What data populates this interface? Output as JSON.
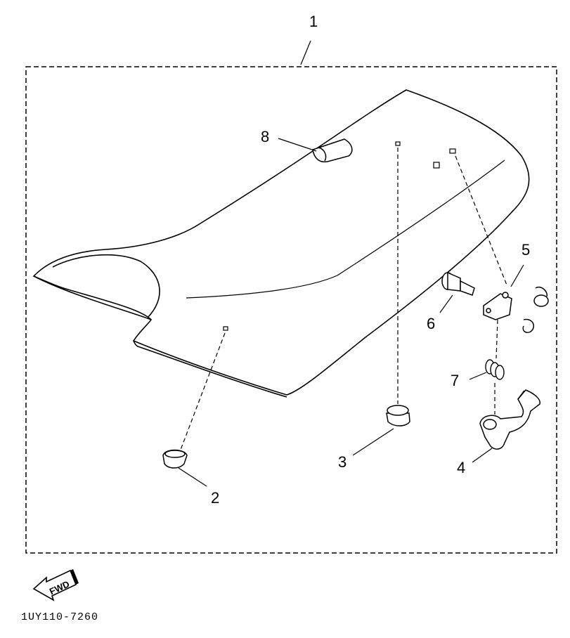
{
  "diagram": {
    "callouts": {
      "c1": "1",
      "c2": "2",
      "c3": "3",
      "c4": "4",
      "c5": "5",
      "c6": "6",
      "c7": "7",
      "c8": "8"
    },
    "fwd_label": "FWD",
    "reference_code": "1UY110-7260"
  }
}
